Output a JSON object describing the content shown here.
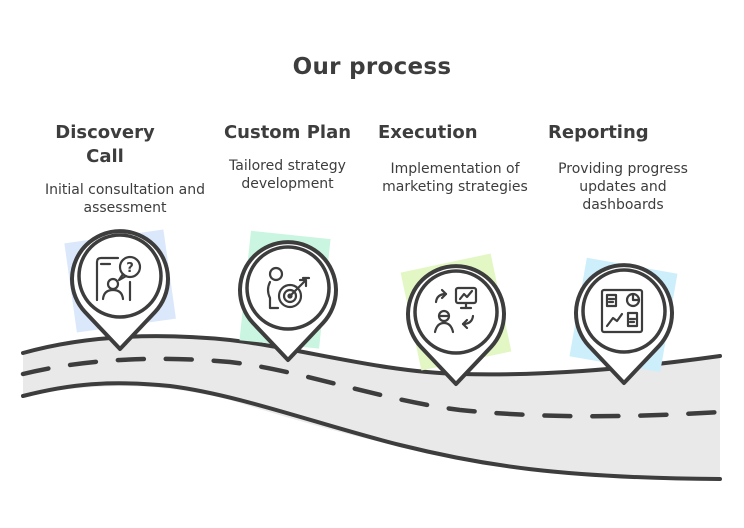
{
  "title": "Our process",
  "steps": [
    {
      "title": "Discovery Call",
      "description": "Initial consultation and assessment",
      "icon": "consultation-icon",
      "accent": "#dbe8fb"
    },
    {
      "title": "Custom Plan",
      "description": "Tailored strategy development",
      "icon": "target-strategy-icon",
      "accent": "#c9f5e1"
    },
    {
      "title": "Execution",
      "description": "Implementation of marketing strategies",
      "icon": "implementation-icon",
      "accent": "#e3f7c4"
    },
    {
      "title": "Reporting",
      "description": "Providing progress updates and dashboards",
      "icon": "dashboard-icon",
      "accent": "#cdeefb"
    }
  ],
  "colors": {
    "stroke": "#3d3d3d",
    "road": "#e9e9e9"
  }
}
